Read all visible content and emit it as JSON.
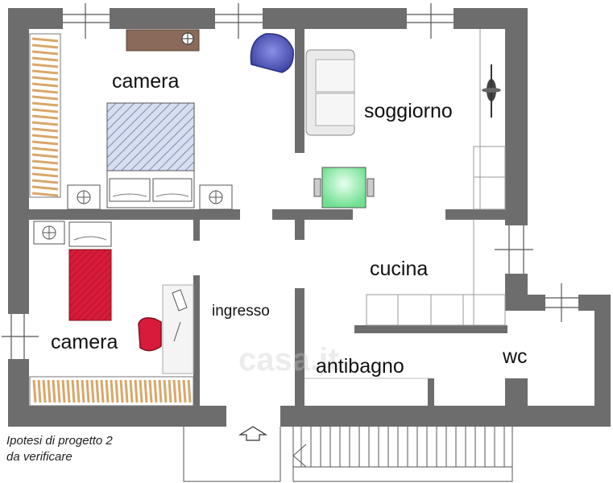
{
  "rooms": {
    "camera_top": "camera",
    "soggiorno": "soggiorno",
    "cucina": "cucina",
    "ingresso": "ingresso",
    "camera_bottom": "camera",
    "antibagno": "antibagno",
    "wc": "wc"
  },
  "notes": {
    "line1": "Ipotesi di progetto 2",
    "line2": "da verificare"
  },
  "watermark": "casa.it",
  "colors": {
    "wall": "#6d6d6d",
    "floor": "#ffffff",
    "bed_double": "#b9c4dc",
    "bed_single": "#d81b3a",
    "chair_blue": "#4f56b8",
    "chair_red": "#d81b3a",
    "table_green": "#9ff0b4",
    "desk_brown": "#8a6a5a",
    "wardrobe": "#d9a76a"
  }
}
